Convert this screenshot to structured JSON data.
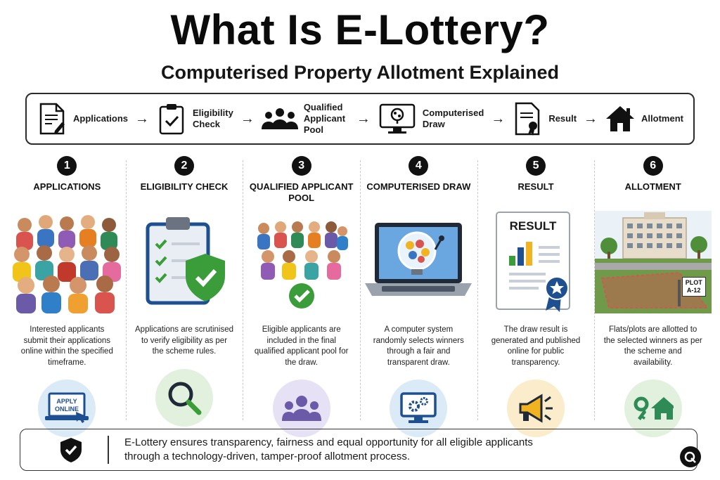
{
  "title": "What Is E-Lottery?",
  "subtitle": "Computerised Property Allotment Explained",
  "flow": {
    "steps": [
      {
        "label": "Applications",
        "icon": "document-pen-icon"
      },
      {
        "label": "Eligibility\nCheck",
        "icon": "clipboard-check-icon"
      },
      {
        "label": "Qualified\nApplicant Pool",
        "icon": "people-group-icon"
      },
      {
        "label": "Computerised\nDraw",
        "icon": "monitor-lottery-icon"
      },
      {
        "label": "Result",
        "icon": "result-certificate-icon"
      },
      {
        "label": "Allotment",
        "icon": "house-icon"
      }
    ],
    "arrow": "→"
  },
  "steps": [
    {
      "number": "1",
      "title": "APPLICATIONS",
      "description": "Interested applicants submit their applications online within the specified timeframe.",
      "badge_icon": "apply-online-laptop-icon",
      "badge_text": "APPLY ONLINE",
      "badge_color": "#dbeaf7"
    },
    {
      "number": "2",
      "title": "ELIGIBILITY CHECK",
      "description": "Applications are scrutinised to verify eligibility as per the scheme rules.",
      "badge_icon": "magnifier-icon",
      "badge_color": "#e2f1de"
    },
    {
      "number": "3",
      "title": "QUALIFIED APPLICANT POOL",
      "description": "Eligible applicants are included in the final qualified applicant pool for the draw.",
      "badge_icon": "people-group-icon",
      "badge_color": "#e6e1f4"
    },
    {
      "number": "4",
      "title": "COMPUTERISED DRAW",
      "description": "A computer system randomly selects winners through a fair and transparent draw.",
      "badge_icon": "monitor-gears-icon",
      "badge_color": "#dbeaf7"
    },
    {
      "number": "5",
      "title": "RESULT",
      "description": "The draw result is generated and published online for public transparency.",
      "badge_icon": "megaphone-icon",
      "badge_color": "#fbeccb",
      "illustration_text": "RESULT"
    },
    {
      "number": "6",
      "title": "ALLOTMENT",
      "description": "Flats/plots are allotted to the selected winners as per the scheme and availability.",
      "badge_icon": "key-house-icon",
      "badge_color": "#e2f1de",
      "illustration_text": "PLOT A-12"
    }
  ],
  "footer": {
    "line1": "E-Lottery ensures transparency, fairness and equal opportunity for all eligible applicants",
    "line2": "through a technology-driven, tamper-proof allotment process.",
    "icon": "shield-check-icon"
  },
  "colors": {
    "accent_green": "#3a9d3a",
    "accent_blue": "#1d4f91",
    "gold": "#f1b420",
    "purple": "#6a5aa8"
  }
}
